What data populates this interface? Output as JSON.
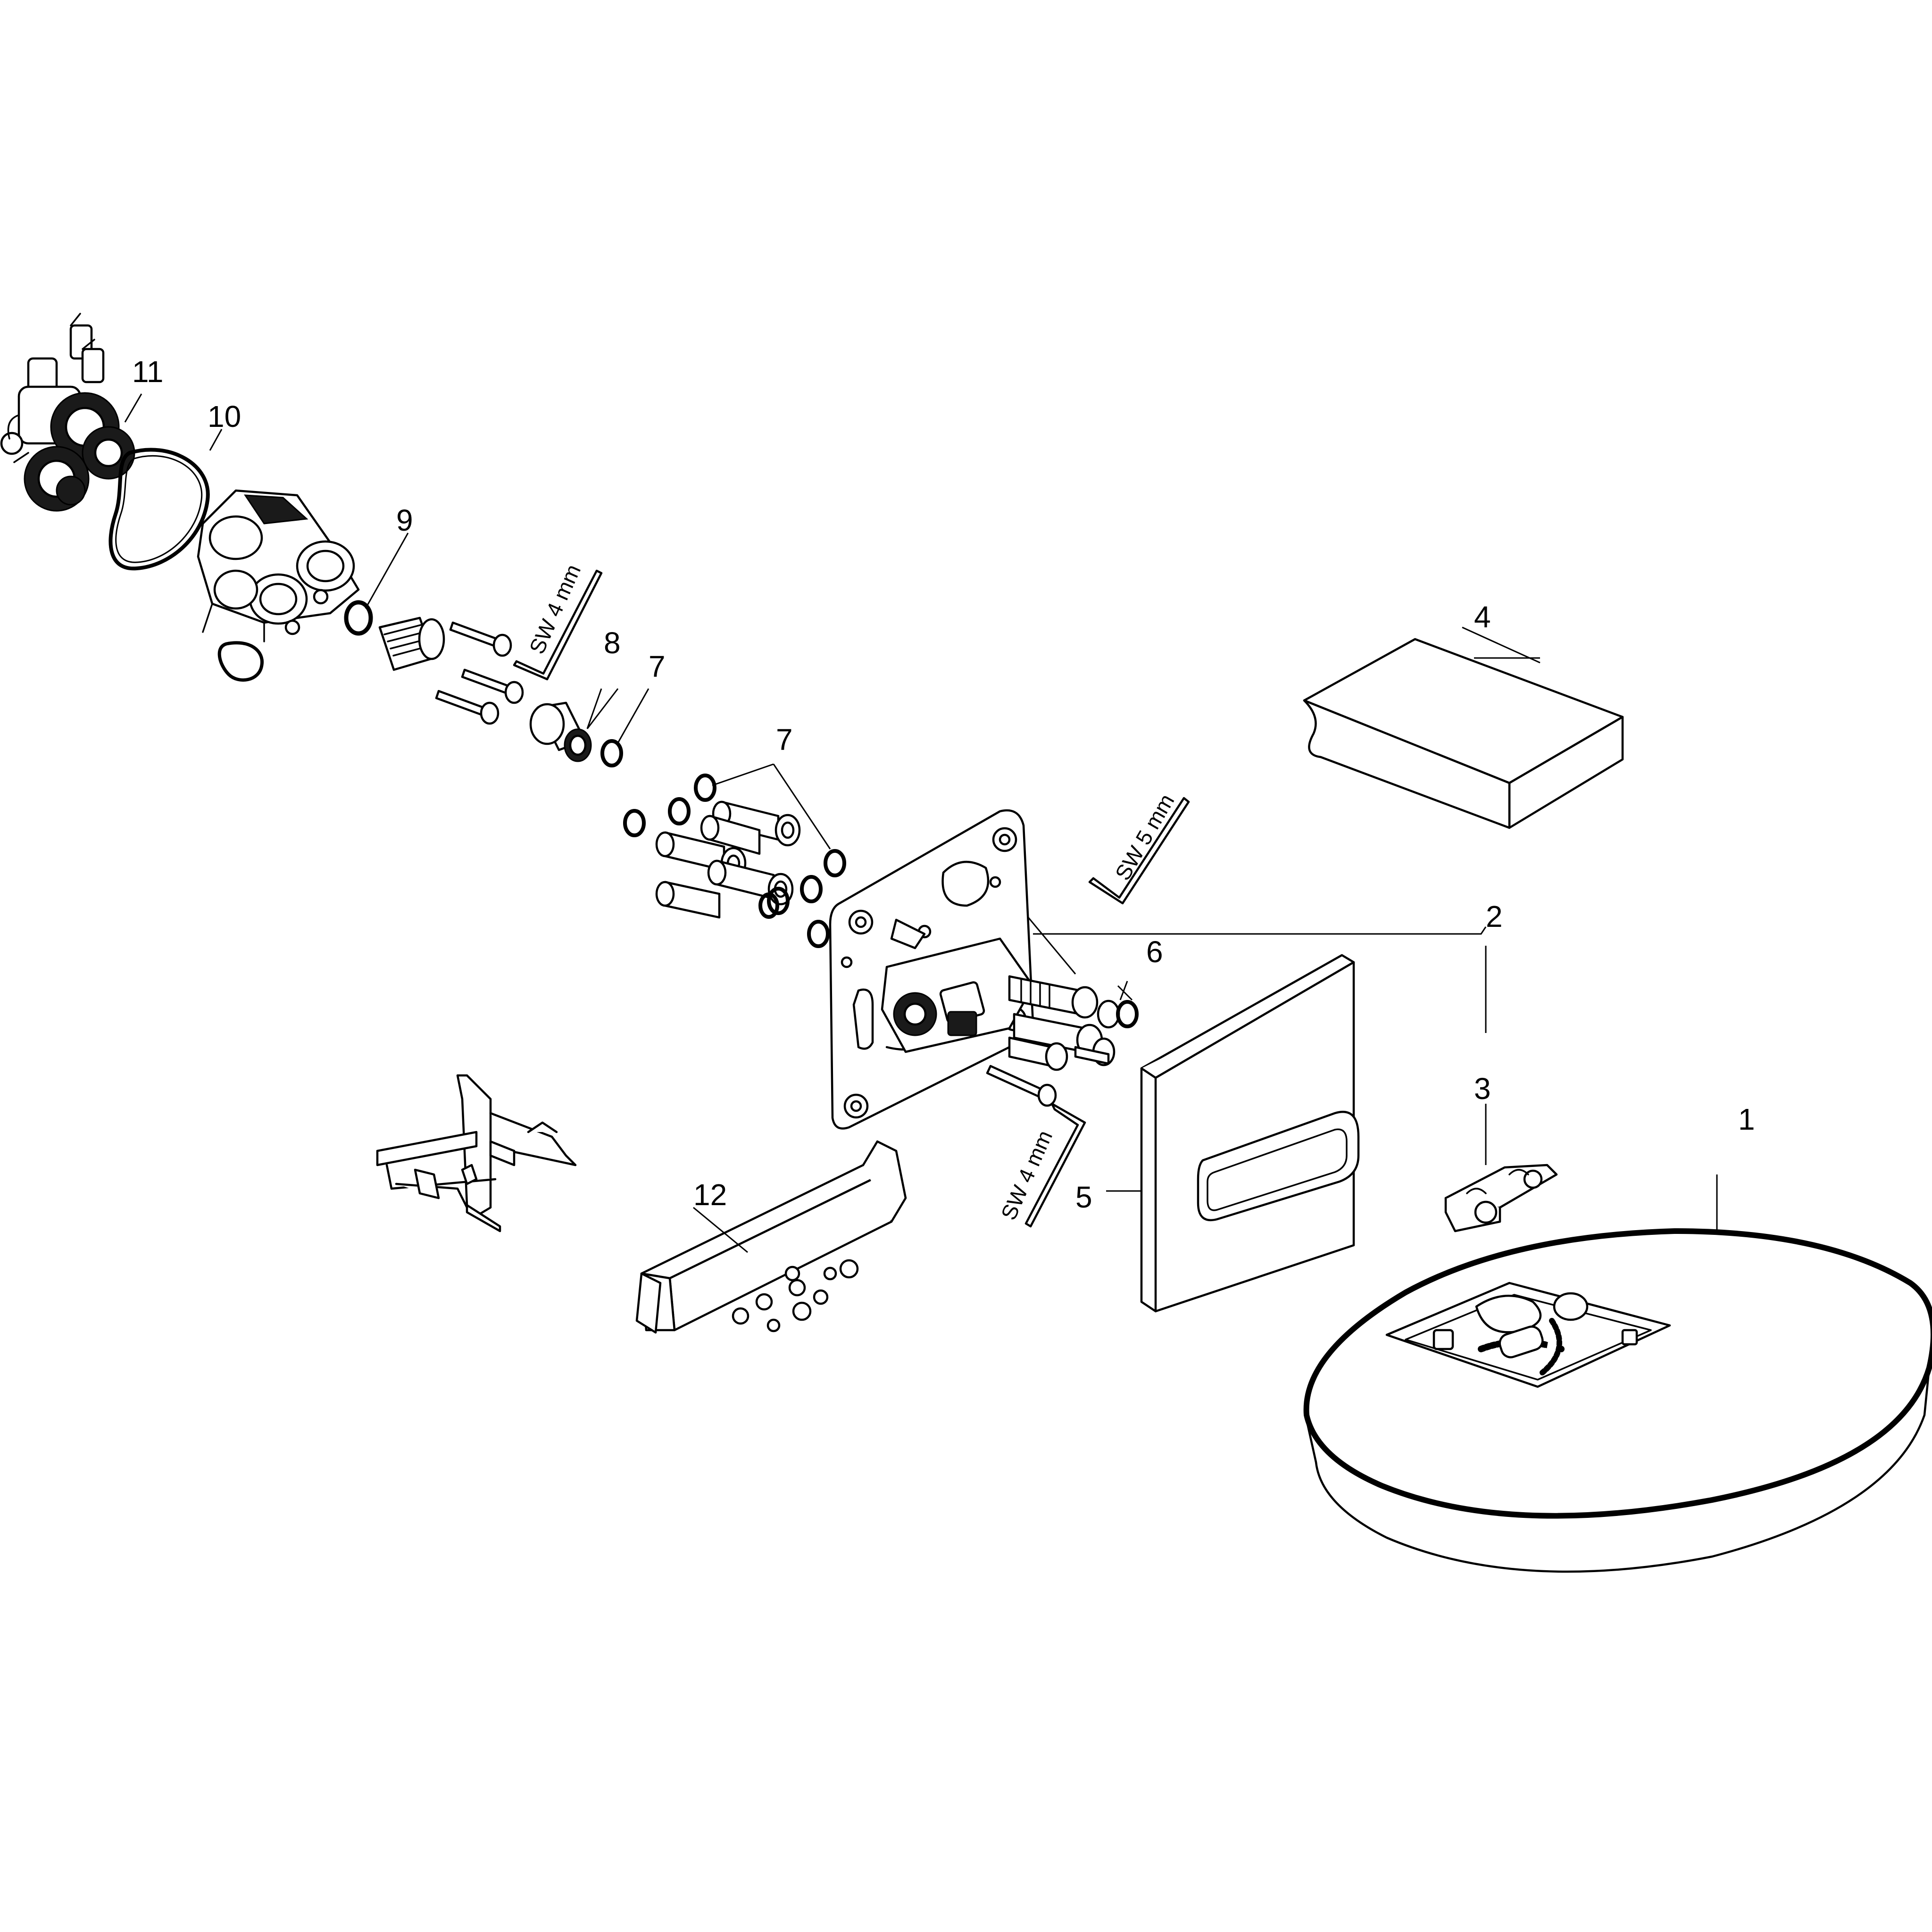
{
  "callouts": {
    "c1": "1",
    "c2": "2",
    "c3": "3",
    "c4": "4",
    "c5": "5",
    "c6": "6",
    "c7a": "7",
    "c7b": "7",
    "c8": "8",
    "c9": "9",
    "c10": "10",
    "c11": "11",
    "c12": "12"
  },
  "tool_labels": {
    "sw4_top": "SW 4 mm",
    "sw5": "SW 5 mm",
    "sw4_bottom": "SW 4 mm"
  },
  "colors": {
    "line": "#000000",
    "background": "#ffffff"
  }
}
